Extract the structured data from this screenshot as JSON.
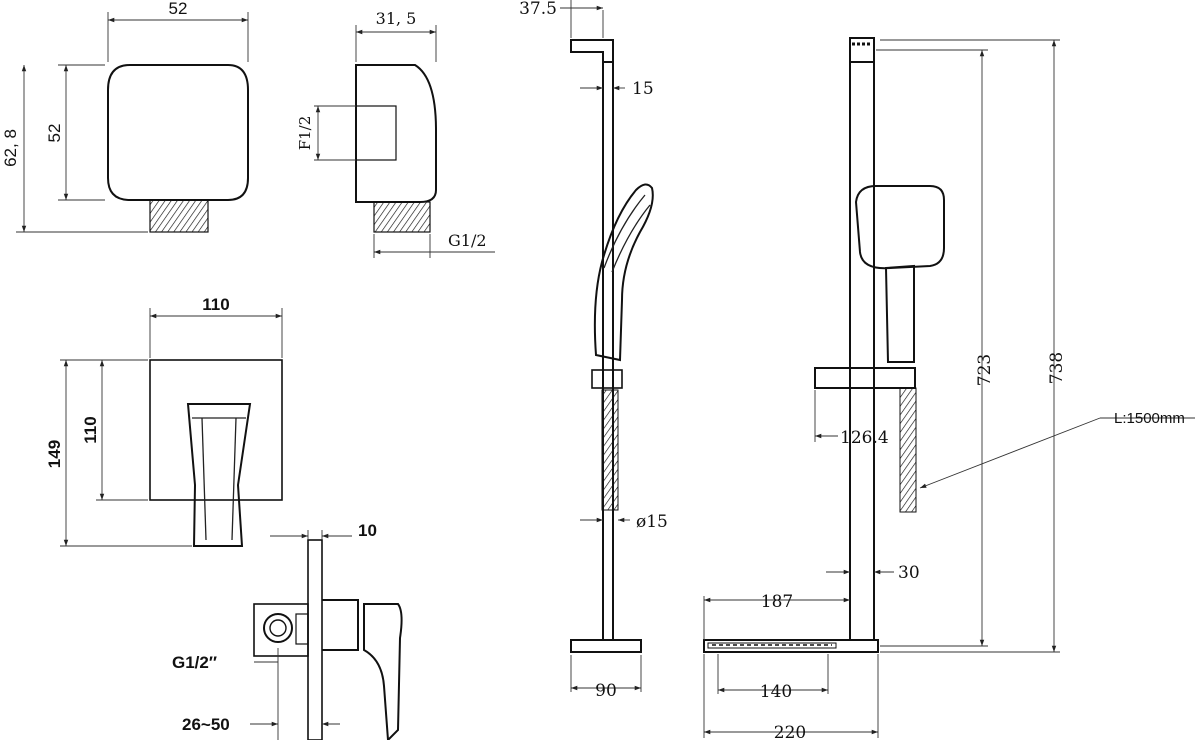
{
  "labels": {
    "elbow_width": "52",
    "elbow_height_inner": "52",
    "elbow_height_total": "62, 8",
    "elbow_depth": "31, 5",
    "elbow_inlet": "F1/2",
    "elbow_outlet": "G1/2",
    "offset_top": "37.5",
    "rail_width": "15",
    "hose_diameter": "ø15",
    "base_width_side": "90",
    "height_723": "723",
    "height_738": "738",
    "hose_length": "L:1500mm",
    "holder_offset": "126.4",
    "rail_front_width": "30",
    "base_187": "187",
    "base_140": "140",
    "base_220": "220",
    "mixer_width": "110",
    "mixer_height_inner": "110",
    "mixer_height_total": "149",
    "mixer_depth": "10",
    "mixer_inlet": "G1/2″",
    "mixer_range": "26~50"
  },
  "colors": {
    "line": "#222222",
    "background": "#ffffff"
  }
}
